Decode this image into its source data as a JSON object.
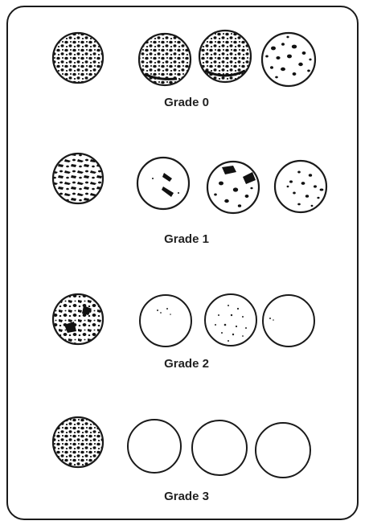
{
  "grades": [
    {
      "label": "Grade 0"
    },
    {
      "label": "Grade 1"
    },
    {
      "label": "Grade 2"
    },
    {
      "label": "Grade 3"
    }
  ],
  "colors": {
    "ink": "#1a1a1a",
    "background": "#ffffff"
  }
}
